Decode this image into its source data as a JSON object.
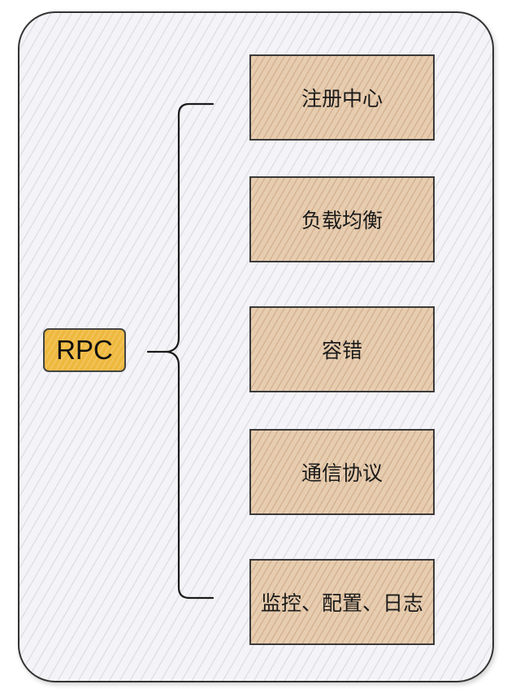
{
  "root": {
    "label": "RPC"
  },
  "children": [
    {
      "label": "注册中心"
    },
    {
      "label": "负载均衡"
    },
    {
      "label": "容错"
    },
    {
      "label": "通信协议"
    },
    {
      "label": "监控、配置、日志"
    }
  ],
  "colors": {
    "panel_background": "#f4f4f8",
    "root_fill": "#efb93f",
    "child_fill": "#e7cdb0",
    "stroke": "#333333"
  }
}
